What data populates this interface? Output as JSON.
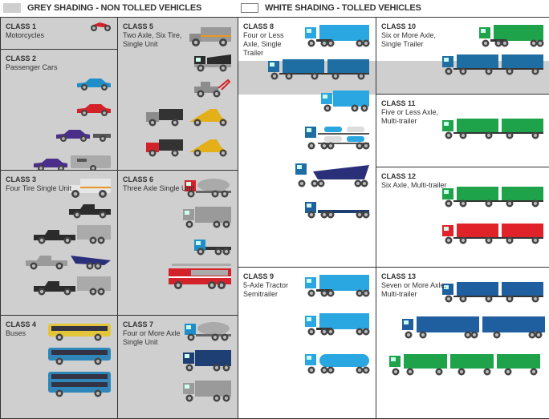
{
  "legend": {
    "grey": "GREY SHADING - NON TOLLED VEHICLES",
    "white": "WHITE SHADING - TOLLED VEHICLES"
  },
  "classes": [
    {
      "id": "c1",
      "name": "CLASS 1",
      "desc": "Motorcycles",
      "vehicles": [
        {
          "kind": "moto",
          "color": "#d3222a"
        }
      ]
    },
    {
      "id": "c2",
      "name": "CLASS 2",
      "desc": "Passenger Cars",
      "vehicles": [
        {
          "kind": "car",
          "color": "#1f8ec8"
        },
        {
          "kind": "car",
          "color": "#d3222a"
        },
        {
          "kind": "cartrailer",
          "color": "#4a2f8a"
        },
        {
          "kind": "carcamper",
          "color": "#4a2f8a"
        }
      ]
    },
    {
      "id": "c3",
      "name": "CLASS 3",
      "desc": "Four Tire Single Unit",
      "vehicles": [
        {
          "kind": "van",
          "color": "#e6e6e6"
        },
        {
          "kind": "pickup",
          "color": "#2b2b2b"
        },
        {
          "kind": "pickuptrailer",
          "color": "#2b2b2b"
        },
        {
          "kind": "pickupboat",
          "color": "#9a9a9a"
        },
        {
          "kind": "pickuptrailer",
          "color": "#2b2b2b"
        }
      ]
    },
    {
      "id": "c4",
      "name": "CLASS 4",
      "desc": "Buses",
      "vehicles": [
        {
          "kind": "bus",
          "color": "#e3c53a"
        },
        {
          "kind": "bus",
          "color": "#2f86b8"
        },
        {
          "kind": "bus2",
          "color": "#2f86b8"
        }
      ]
    },
    {
      "id": "c5",
      "name": "CLASS 5",
      "desc": "Two Axle, Six Tire, Single Unit",
      "vehicles": [
        {
          "kind": "camper",
          "color": "#8c8c8c"
        },
        {
          "kind": "dump",
          "color": "#2b2b2b"
        },
        {
          "kind": "tow",
          "color": "#8c8c8c"
        },
        {
          "kind": "trucktrailer",
          "color": "#8c8c8c"
        },
        {
          "kind": "trucktrailer",
          "color": "#d3222a"
        }
      ]
    },
    {
      "id": "c6",
      "name": "CLASS 6",
      "desc": "Three Axle Single Unit",
      "vehicles": [
        {
          "kind": "mixer",
          "color": "#d3222a"
        },
        {
          "kind": "box",
          "color": "#9a9a9a"
        },
        {
          "kind": "cab",
          "color": "#1f8ec8"
        },
        {
          "kind": "fire",
          "color": "#d3222a"
        }
      ]
    },
    {
      "id": "c7",
      "name": "CLASS 7",
      "desc": "Four or More Axle Single Unit",
      "vehicles": [
        {
          "kind": "mixer",
          "color": "#1f8ec8"
        },
        {
          "kind": "box",
          "color": "#1d3f73"
        },
        {
          "kind": "box",
          "color": "#9a9a9a"
        }
      ]
    },
    {
      "id": "c8",
      "name": "CLASS 8",
      "desc": "Four or Less Axle, Single Trailer",
      "vehicles": [
        {
          "kind": "semi",
          "color": "#2aa7e0"
        },
        {
          "kind": "double",
          "color": "#1f6ea3"
        },
        {
          "kind": "box",
          "color": "#2aa7e0"
        },
        {
          "kind": "carrier",
          "color": "#1f6ea3"
        },
        {
          "kind": "boatsemi",
          "color": "#1f6ea3"
        },
        {
          "kind": "flat",
          "color": "#1f5fa0"
        }
      ]
    },
    {
      "id": "c9",
      "name": "CLASS 9",
      "desc": "5-Axle Tractor Semitrailer",
      "vehicles": [
        {
          "kind": "semi",
          "color": "#2aa7e0"
        },
        {
          "kind": "semi",
          "color": "#2aa7e0"
        },
        {
          "kind": "tanker",
          "color": "#2aa7e0"
        }
      ]
    },
    {
      "id": "c10",
      "name": "CLASS 10",
      "desc": "Six or More Axle, Single Trailer",
      "vehicles": [
        {
          "kind": "semi",
          "color": "#1fa34a"
        },
        {
          "kind": "double",
          "color": "#1f6ea3"
        }
      ]
    },
    {
      "id": "c11",
      "name": "CLASS 11",
      "desc": "Five or Less Axle, Multi-trailer",
      "vehicles": [
        {
          "kind": "double",
          "color": "#1fa34a"
        }
      ]
    },
    {
      "id": "c12",
      "name": "CLASS 12",
      "desc": "Six Axle, Multi-trailer",
      "vehicles": [
        {
          "kind": "double",
          "color": "#1fa34a"
        },
        {
          "kind": "double",
          "color": "#e02329"
        }
      ]
    },
    {
      "id": "c13",
      "name": "CLASS 13",
      "desc": "Seven or More Axle, Multi-trailer",
      "vehicles": [
        {
          "kind": "double",
          "color": "#1f5fa0"
        },
        {
          "kind": "longdouble",
          "color": "#1f5fa0"
        },
        {
          "kind": "triple",
          "color": "#1fa34a"
        }
      ]
    }
  ]
}
